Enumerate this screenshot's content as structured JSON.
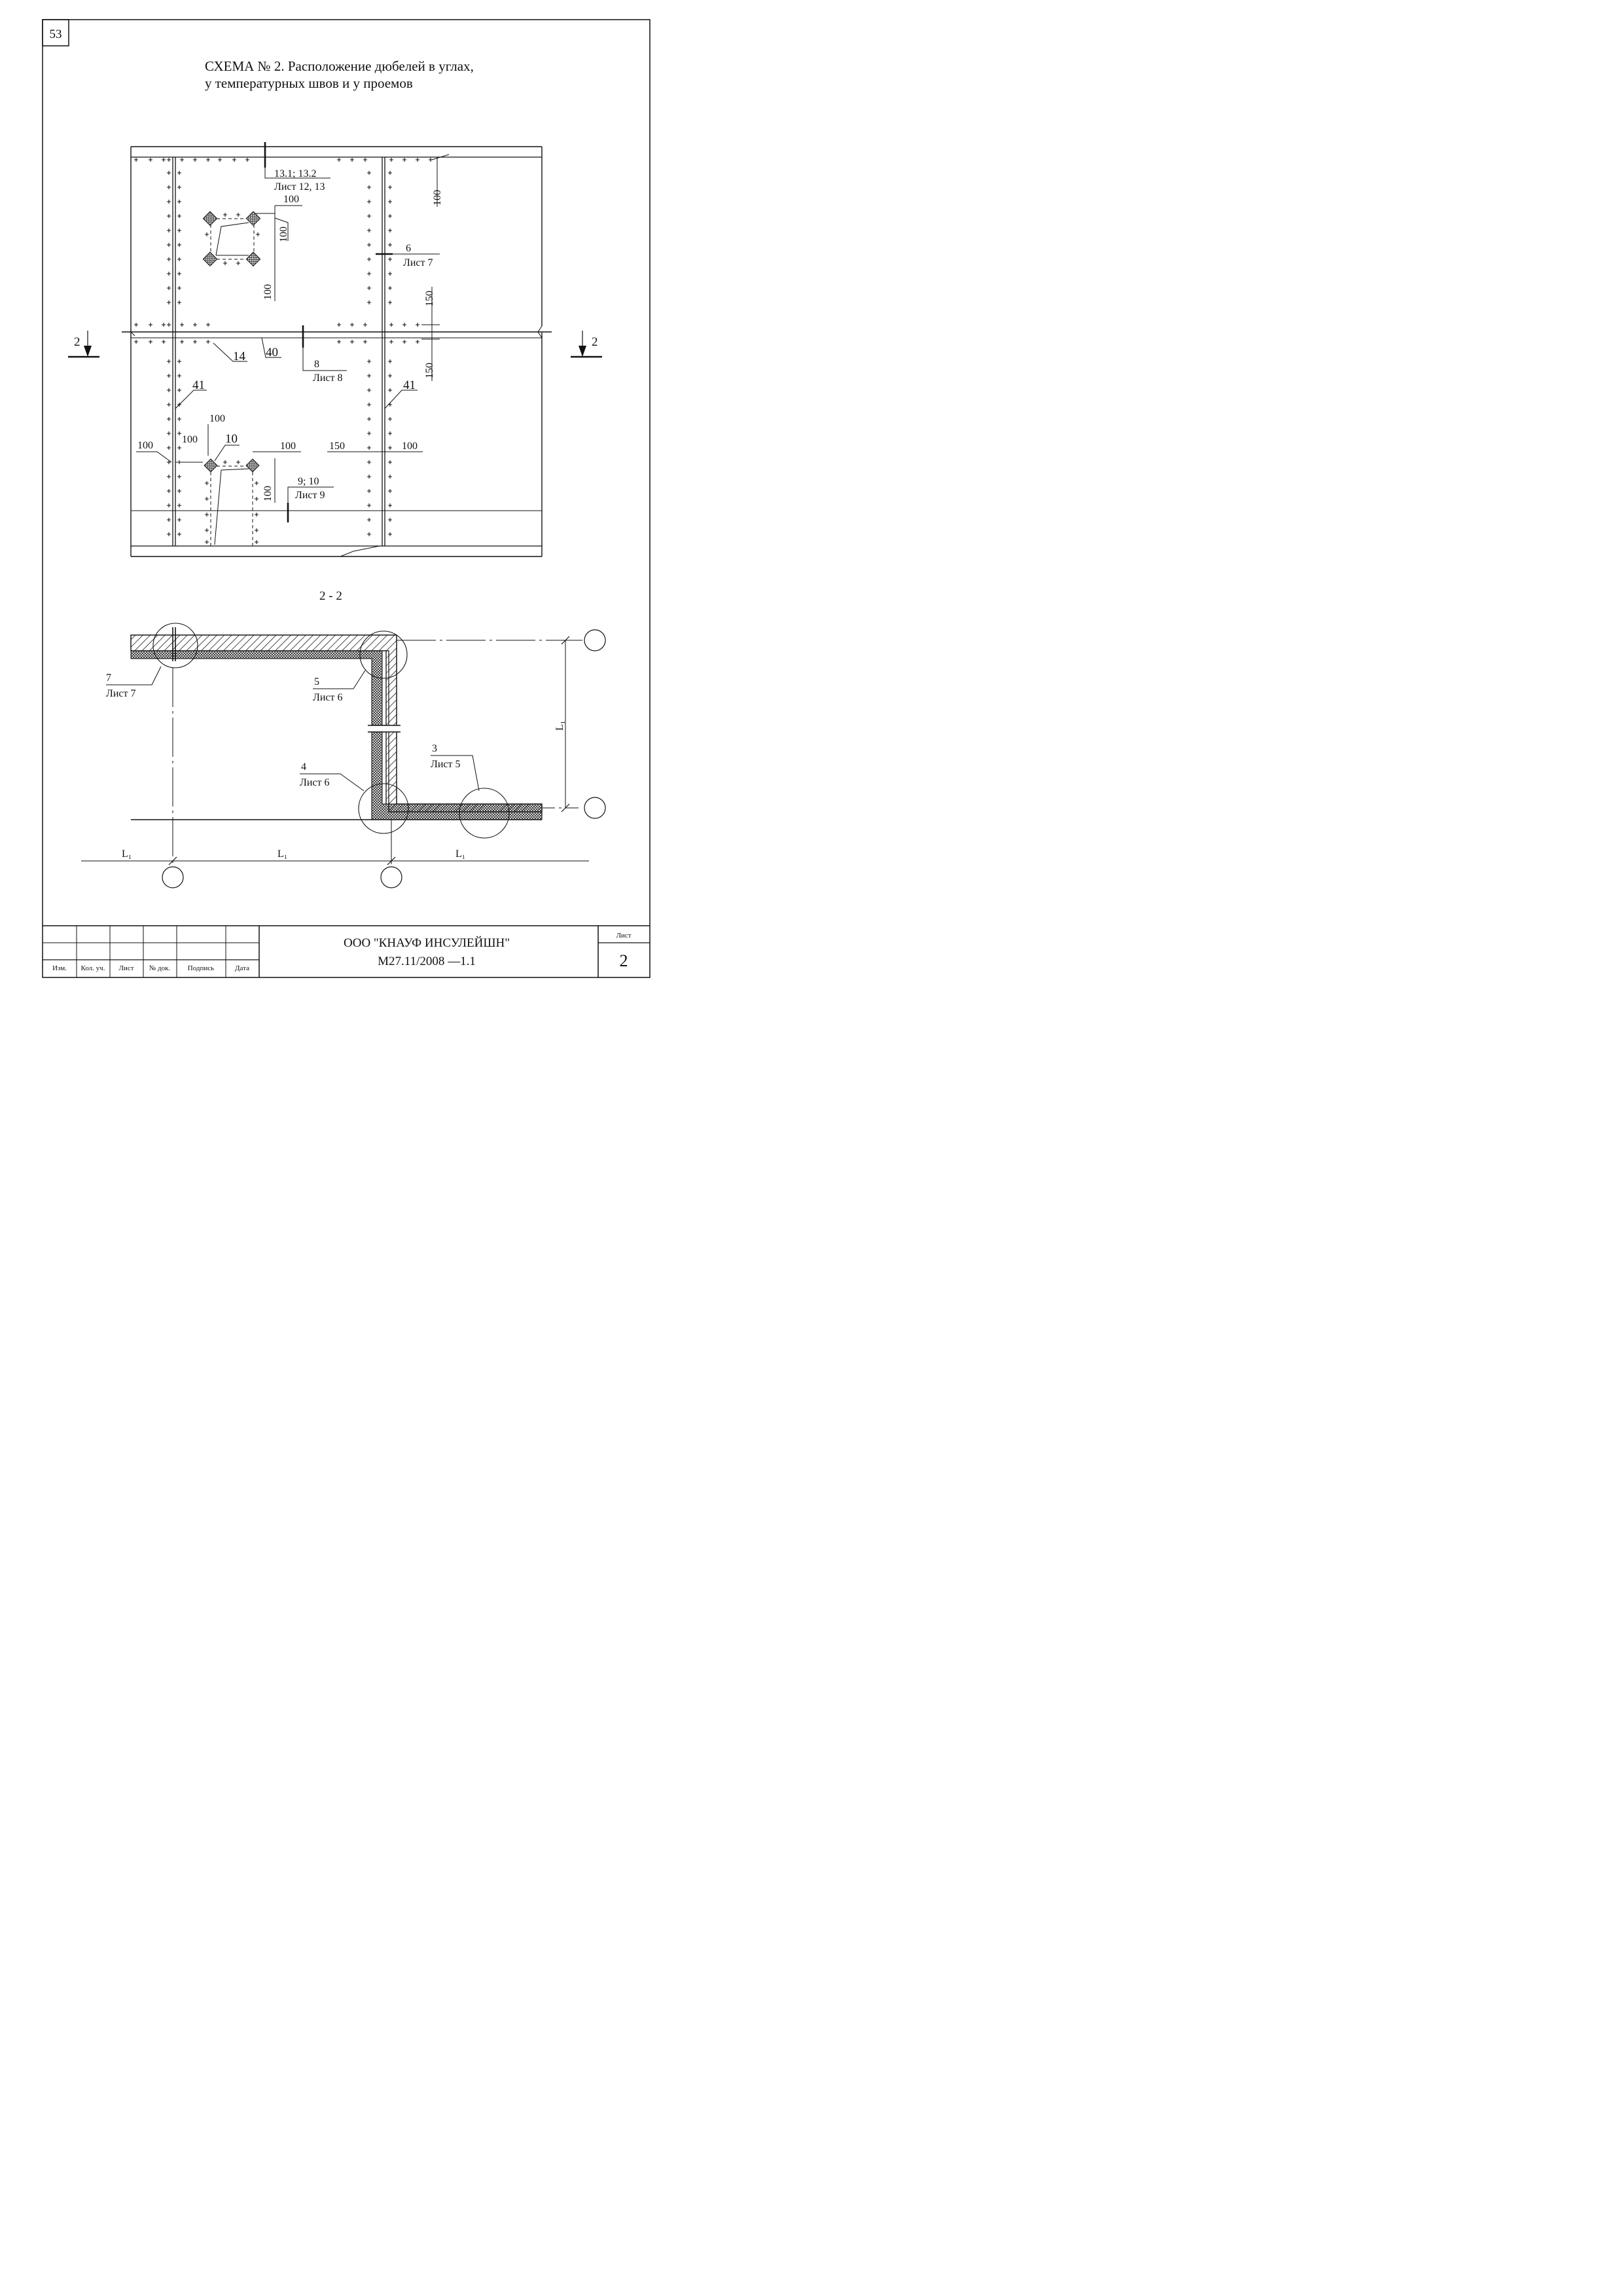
{
  "page_number": "53",
  "title": {
    "line1": "СХЕМА № 2. Расположение дюбелей в углах,",
    "line2": "у температурных швов и у проемов"
  },
  "elevation": {
    "callouts": {
      "top_ref_num": "13.1; 13.2",
      "top_ref_sheet": "Лист 12, 13",
      "joint_ref_num": "6",
      "joint_ref_sheet": "Лист 7",
      "mid_ref_num": "8",
      "mid_ref_sheet": "Лист 8",
      "door_ref_num": "9; 10",
      "door_ref_sheet": "Лист 9"
    },
    "position_labels": {
      "dowel": "14",
      "horizontal_joint": "40",
      "joint_left": "41",
      "joint_right": "41",
      "door_corner": "10"
    },
    "dimensions": {
      "window_top": "100",
      "window_side": "100",
      "window_bottom": "100",
      "right_edge": "100",
      "joint_above": "150",
      "joint_below": "150",
      "bottom_left_a": "100",
      "bottom_left_b": "100",
      "door_top": "100",
      "door_right": "100",
      "door_side": "100",
      "right_joint_left": "150",
      "right_joint_right": "100"
    },
    "section_mark_left": "2",
    "section_mark_right": "2"
  },
  "section": {
    "title": "2 - 2",
    "callouts": [
      {
        "num": "7",
        "sheet": "Лист 7"
      },
      {
        "num": "5",
        "sheet": "Лист 6"
      },
      {
        "num": "4",
        "sheet": "Лист 6"
      },
      {
        "num": "3",
        "sheet": "Лист 5"
      }
    ],
    "span_labels": [
      "L₁",
      "L₁",
      "L₁"
    ],
    "vertical_span_label": "L₁"
  },
  "title_block": {
    "columns": [
      "Изм.",
      "Кол. уч.",
      "Лист",
      "№ док.",
      "Подпись",
      "Дата"
    ],
    "company": "ООО \"КНАУФ ИНСУЛЕЙШН\"",
    "doc_code": "М27.11/2008 —1.1",
    "sheet_label": "Лист",
    "sheet_number": "2"
  }
}
